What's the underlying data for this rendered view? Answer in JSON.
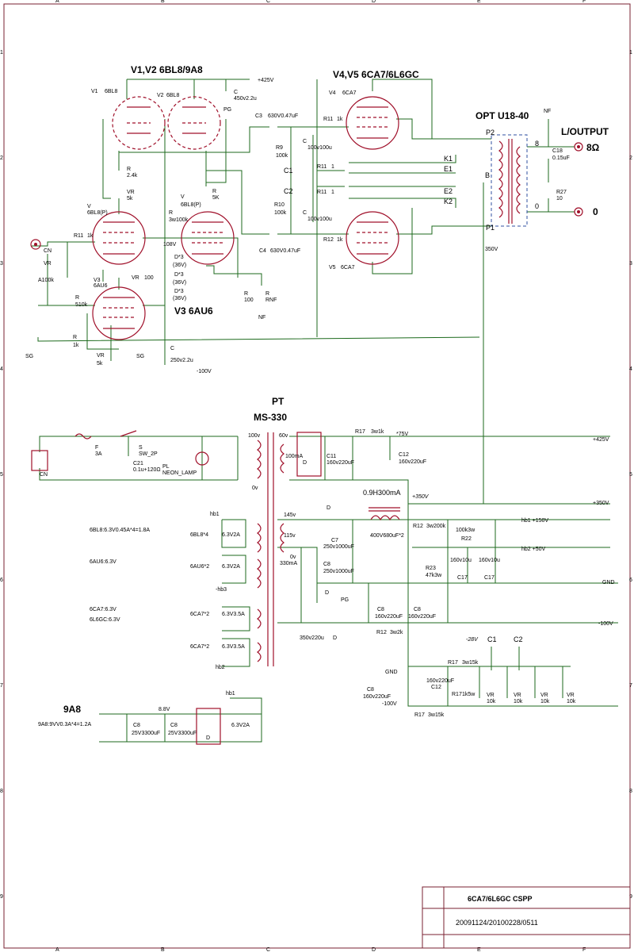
{
  "grid": {
    "cols": [
      "A",
      "B",
      "C",
      "D",
      "E",
      "F"
    ],
    "rows": [
      "1",
      "2",
      "3",
      "4",
      "5",
      "6",
      "7",
      "8",
      "9"
    ]
  },
  "headings": {
    "drivers": "V1,V2 6BL8/9A8",
    "outputs": "V4,V5 6CA7/6L6GC",
    "opt": "OPT  U18-40",
    "output_label": "L/OUTPUT",
    "v3": "V3 6AU6",
    "pt": "PT",
    "pt_model": "MS-330",
    "title": "6CA7/6L6GC  CSPP",
    "dates": "20091124/20100228/0511"
  },
  "rails": {
    "p425": "+425V",
    "m100": "-100V",
    "p350": "+350V",
    "gnd": "GND",
    "hb1": "hb1 +150V",
    "hb2": "hb2 +50V",
    "m28": "-28V",
    "ninevolt": "8.8V",
    "p75": "*75V",
    "p350it": "+350V",
    "v108": "108V",
    "v350": "350V"
  },
  "labels": {
    "V1": "V1",
    "V1t": "6BL8",
    "V2": "V2",
    "V2t": "6BL8",
    "V4": "V4",
    "V4t": "6CA7",
    "V5": "V5",
    "V5t": "6CA7",
    "V3": "V3",
    "V3t": "6AU6",
    "Vlow1": "V",
    "Vlow1t": "6BL8(P)",
    "Vlow2": "V",
    "Vlow2t": "6BL8(P)",
    "C_top": "C",
    "C_top_v": "450v2.2u",
    "PG": "PG",
    "C3": "C3",
    "C3v": "630V0.47uF",
    "C4": "C4",
    "C4v": "630V0.47uF",
    "R11a": "R11",
    "R11av": "1k",
    "R11b": "R11",
    "R11bv": "1k",
    "R9": "R9",
    "R9v": "100k",
    "R10": "R10",
    "R10v": "100k",
    "Cc1": "C",
    "Cc1v": "100v100u",
    "Cc2": "C",
    "Cc2v": "100v100u",
    "C1": "C1",
    "C2": "C2",
    "R11c": "R11",
    "R11cv": "1",
    "R11d": "R11",
    "R11dv": "1",
    "R12": "R12",
    "R12v": "1k",
    "K1": "K1",
    "E1": "E1",
    "E2": "E2",
    "K2": "K2",
    "P2": "P2",
    "P1": "P1",
    "B": "B",
    "tap8": "8",
    "tap0": "0",
    "out8": "8Ω",
    "out0": "0",
    "NF": "NF",
    "NF2": "NF",
    "C18": "C18",
    "C18v": "0.15uF",
    "R27": "R27",
    "R27v": "10",
    "R_24k": "R",
    "R_24kv": "2.4k",
    "VR5k": "VR",
    "VR5kv": "5k",
    "R5K": "R",
    "R5Kv": "5K",
    "R3w": "R",
    "R3wv": "3w100k",
    "R11in": "R11",
    "R11inv": "1k",
    "CN": "CN",
    "CN2": "CN",
    "VRin": "VR",
    "VRinv": "A100k",
    "R510": "R",
    "R510v": "510k",
    "VR100": "VR",
    "VR100v": "100",
    "Dz1": "D*3",
    "Dz1v": "(36V)",
    "Dz2": "D*3",
    "Dz2v": "(36V)",
    "Dz3": "D*3",
    "Dz3v": "(36V)",
    "R100": "R",
    "R100v": "100",
    "RNF": "R",
    "RNFv": "RNF",
    "R1k": "R",
    "R1kv": "1k",
    "VRk": "VR",
    "VRkv": "5k",
    "SG": "SG",
    "SG2": "SG",
    "Cbot": "C",
    "Cbotv": "250v2.2u",
    "F": "F",
    "Fv": "3A",
    "S": "S",
    "Sv": "SW_2P",
    "C21": "C21",
    "C21v": "0.1u+120Ω",
    "PL": "PL",
    "PLv": "NEON_LAMP",
    "w100v": "100v",
    "w0v": "0v",
    "w60v": "60v",
    "w100mA": "100mA",
    "D": "D",
    "C11": "C11",
    "C11v": "160v220uF",
    "C12": "C12",
    "C12v": "160v220uF",
    "R17": "R17",
    "R17v": "3w1k",
    "choke": "0.9H300mA",
    "w145v": "145v",
    "w115v": "115v",
    "w0v2": "0v",
    "w330mA": "330mA",
    "C7": "C7",
    "C7v": "250v1000uF",
    "C8a": "C8",
    "C8av": "250v1000uF",
    "C680": "400V680uF*2",
    "R12b": "R12",
    "R12bv": "3w200k",
    "R22": "R22",
    "R22v": "100k3w",
    "R23": "R23",
    "R23v": "47k3w",
    "C17a": "C17",
    "C17b": "C17",
    "C160a": "160v10u",
    "C160b": "160v10u",
    "C8b": "C8",
    "C8bv": "160v220uF",
    "C8c": "C8",
    "C8cv": "160v220uF",
    "R12c": "R12",
    "R12cv": "3w2k",
    "C350": "350v220u",
    "PG2": "PG",
    "Dd1": "D",
    "Dd2": "D",
    "Dd3": "D",
    "load1": "6BL8:6.3V0.45A*4=1.8A",
    "load2": "6AU6:6.3V",
    "load3": "6CA7:6.3V",
    "load4": "6L6GC:6.3V",
    "h1": "6BL8*4",
    "h1v": "6.3V2A",
    "h2": "6AU6*2",
    "h2v": "6.3V2A",
    "h3": "6CA7*2",
    "h3v": "6.3V3.5A",
    "h4": "6CA7*2",
    "h4v": "6.3V3.5A",
    "hb1": "hb1",
    "hb3": "-hb3",
    "hb2": "hb2",
    "hb1b": "hb1",
    "nineA8": "9A8",
    "nineA8v": "9A8:9VV0.3A*4=1.2A",
    "C8d": "C8",
    "C8dv": "25V3300uF",
    "C8e": "C8",
    "C8ev": "25V3300uF",
    "h5v": "6.3V2A",
    "Dbr": "D",
    "GND2": "GND",
    "C8f": "C8",
    "C8fv": "160v220uF",
    "m100b": "-100V",
    "C12b": "C12",
    "C12bv": "160v220uF",
    "R17b": "R17",
    "R17bv": "3w15k",
    "R17c": "R17",
    "R17cv": "1k5w",
    "R17d": "R17",
    "R17dv": "3w15k",
    "VRa": "VR",
    "VRav": "10k",
    "VRb": "VR",
    "VRbv": "10k",
    "VRc": "VR",
    "VRcv": "10k",
    "VRd": "VR",
    "VRdv": "10k",
    "C1b": "C1",
    "C2b": "C2"
  }
}
